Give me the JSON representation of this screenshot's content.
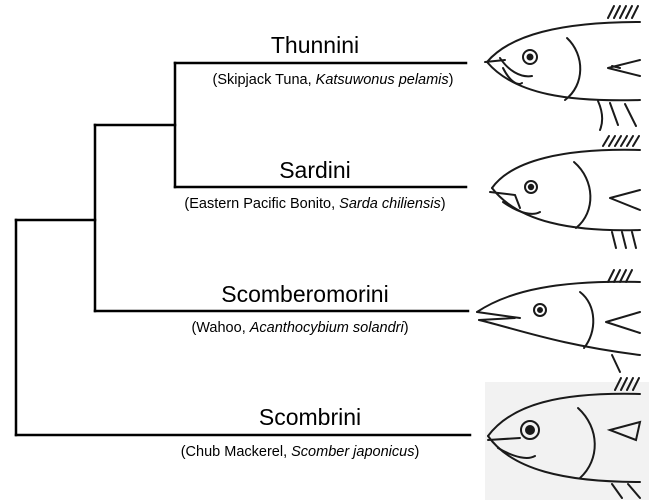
{
  "taxa": [
    {
      "tribe": "Thunnini",
      "common_name": "Skipjack Tuna",
      "scientific_name": "Katsuwonus pelamis",
      "icon": "skipjack-tuna-head-icon"
    },
    {
      "tribe": "Sardini",
      "common_name": "Eastern Pacific Bonito",
      "scientific_name": "Sarda chiliensis",
      "icon": "bonito-head-icon"
    },
    {
      "tribe": "Scomberomorini",
      "common_name": "Wahoo",
      "scientific_name": "Acanthocybium solandri",
      "icon": "wahoo-head-icon"
    },
    {
      "tribe": "Scombrini",
      "common_name": "Chub Mackerel",
      "scientific_name": "Scomber japonicus",
      "icon": "chub-mackerel-head-icon"
    }
  ],
  "colors": {
    "line": "#000000",
    "fish_stroke": "#1a1a1a",
    "panel_bg": "#f2f2f2"
  }
}
